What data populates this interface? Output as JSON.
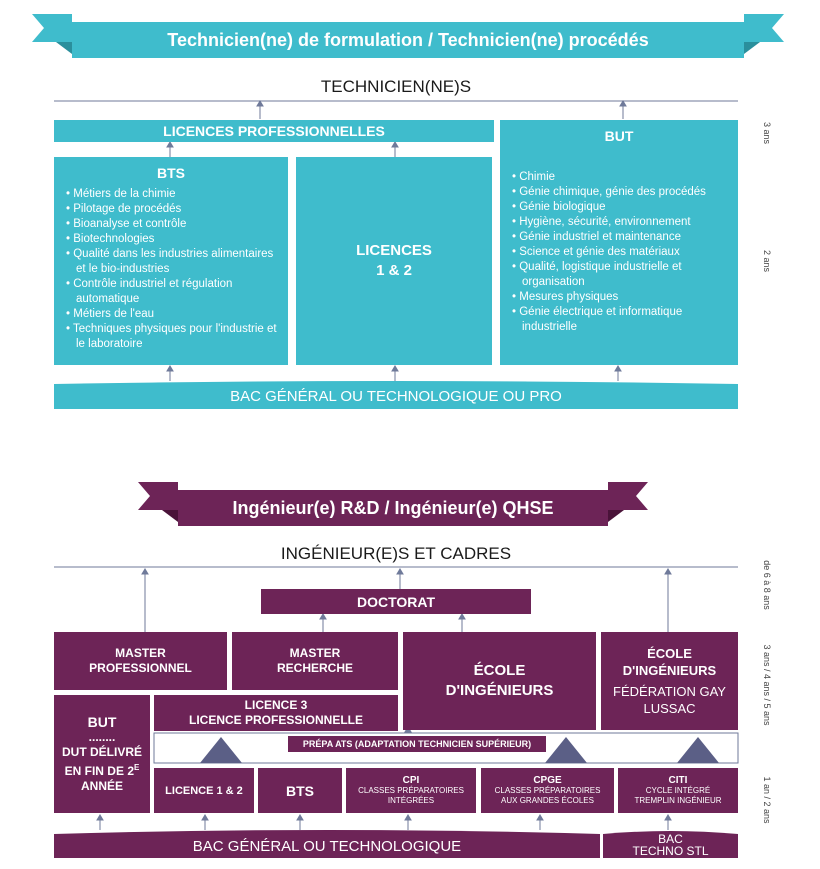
{
  "top": {
    "banner": "Technicien(ne) de formulation / Technicien(ne) procédés",
    "heading": "TECHNICIEN(NE)S",
    "licences_pro": "LICENCES PROFESSIONNELLES",
    "bts": {
      "title": "BTS",
      "items": [
        "Métiers de la chimie",
        "Pilotage de procédés",
        "Bioanalyse et contrôle",
        "Biotechnologies",
        "Qualité dans les industries alimentaires et le bio-industries",
        "Contrôle industriel et régulation automatique",
        "Métiers de l'eau",
        "Techniques physiques pour l'industrie et le laboratoire"
      ]
    },
    "licences12": [
      "LICENCES",
      "1 & 2"
    ],
    "but": {
      "title": "BUT",
      "items": [
        "Chimie",
        "Génie chimique, génie des procédés",
        "Génie biologique",
        "Hygiène, sécurité, environnement",
        "Génie industriel et maintenance",
        "Science et génie des matériaux",
        "Qualité, logistique industrielle et organisation",
        "Mesures physiques",
        "Génie électrique et informatique industrielle"
      ]
    },
    "bac": "BAC GÉNÉRAL OU TECHNOLOGIQUE OU PRO",
    "side": [
      "3 ans",
      "2 ans"
    ]
  },
  "bottom": {
    "banner": "Ingénieur(e) R&D / Ingénieur(e) QHSE",
    "heading": "INGÉNIEUR(E)S ET CADRES",
    "doctorat": "DOCTORAT",
    "master_pro": [
      "MASTER",
      "PROFESSIONNEL"
    ],
    "master_rech": [
      "MASTER",
      "RECHERCHE"
    ],
    "ecole_center": [
      "ÉCOLE",
      "D'INGÉNIEURS"
    ],
    "ecole_right": [
      "ÉCOLE",
      "D'INGÉNIEURS"
    ],
    "federation": [
      "FÉDÉRATION GAY",
      "LUSSAC"
    ],
    "but_title": "BUT",
    "but_dots": "........",
    "but_dut": [
      "DUT DÉLIVRÉ",
      "EN FIN DE 2",
      "ANNÉE"
    ],
    "but_sup": "E",
    "licence3": [
      "LICENCE 3",
      "LICENCE PROFESSIONNELLE"
    ],
    "prepa": "PRÉPA ATS (ADAPTATION TECHNICIEN SUPÉRIEUR)",
    "licence12": "LICENCE 1 & 2",
    "bts": "BTS",
    "cpi": [
      "CPI",
      "CLASSES PRÉPARATOIRES",
      "INTÉGRÉES"
    ],
    "cpge": [
      "CPGE",
      "CLASSES PRÉPARATOIRES",
      "AUX GRANDES ÉCOLES"
    ],
    "citi": [
      "CITI",
      "CYCLE INTÉGRÉ",
      "TREMPLIN INGÉNIEUR"
    ],
    "bac": "BAC GÉNÉRAL OU TECHNOLOGIQUE",
    "bac_stl": [
      "BAC",
      "TECHNO STL"
    ],
    "side": [
      "de 6 à 8 ans",
      "3 ans / 4 ans / 5 ans",
      "1 an / 2 ans"
    ]
  },
  "colors": {
    "teal": "#3fbccc",
    "plum": "#6d2457",
    "line": "#6f7a9a"
  }
}
